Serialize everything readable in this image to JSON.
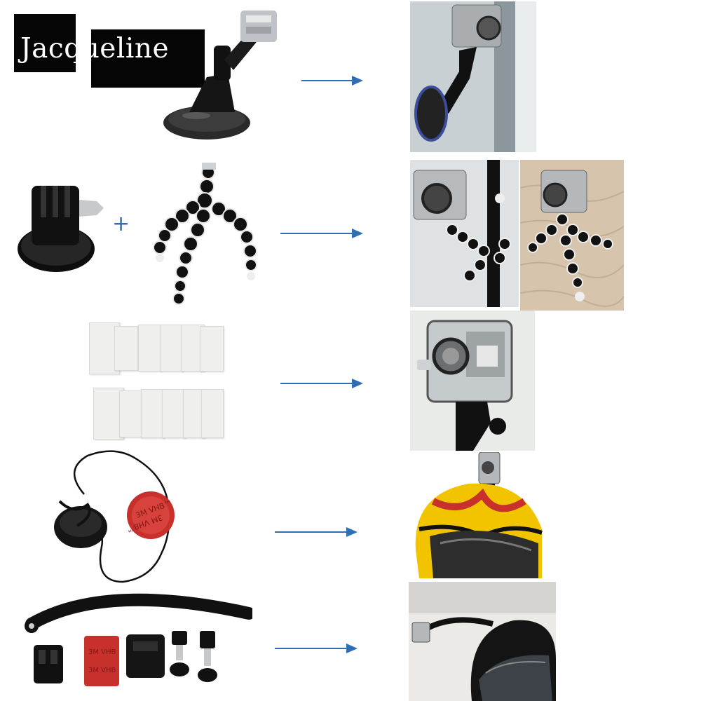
{
  "brand": {
    "logo_text": "Jacqueline"
  },
  "colors": {
    "arrow": "#2e6fb4",
    "logo_bg": "#050505",
    "logo_fg": "#ffffff",
    "adhesive_red": "#c8302c",
    "helmet_yellow": "#f2c400"
  },
  "rows": [
    {
      "accessory": "suction-cup-mount",
      "result": "camera-on-window-photo"
    },
    {
      "accessory": "tripod-adapter-and-octopus-tripod",
      "result": "camera-on-octopus-tripod-photos"
    },
    {
      "accessory": "anti-fog-inserts",
      "result": "camera-in-housing-photo"
    },
    {
      "accessory": "helmet-tether-and-adhesive",
      "result": "camera-on-yellow-helmet-photo"
    },
    {
      "accessory": "helmet-arm-mount-kit",
      "result": "camera-on-helmet-arm-photo"
    }
  ],
  "row2": {
    "plus": "+"
  }
}
